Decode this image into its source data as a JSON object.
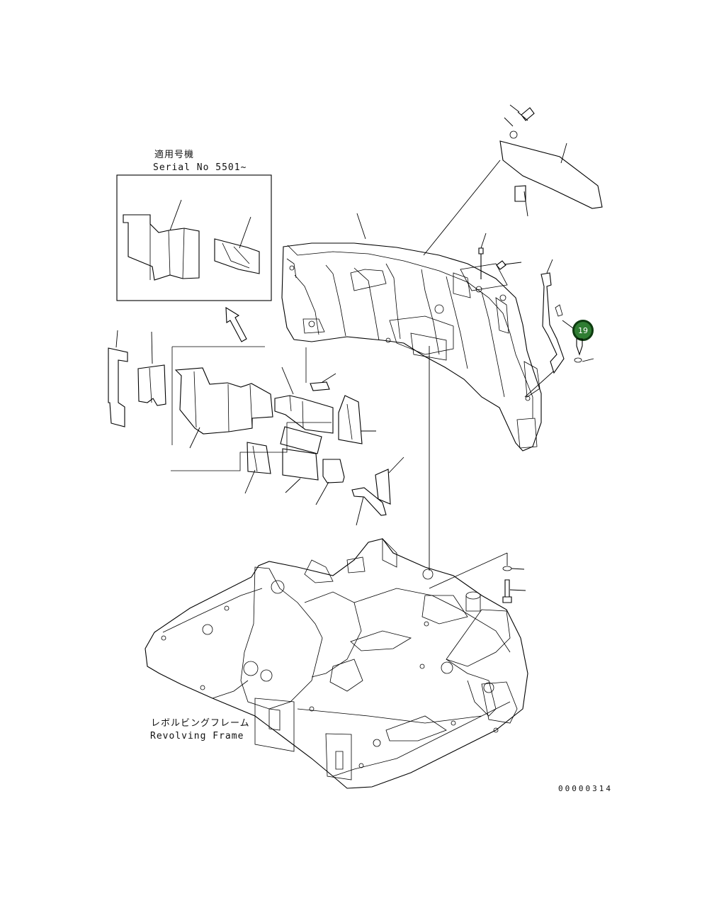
{
  "inset_note": {
    "applicable_ja": "適用号機",
    "serial": "Serial No 5501~"
  },
  "frame_label": {
    "ja": "レボルビングフレーム",
    "en": "Revolving Frame"
  },
  "drawing_number": "00000314",
  "callout": {
    "number": "19",
    "color": "#2f7d32"
  }
}
